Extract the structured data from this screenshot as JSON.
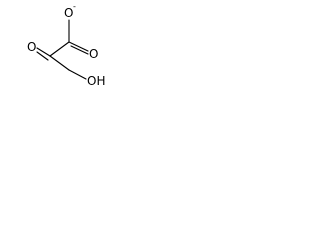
{
  "molecule": {
    "atoms": {
      "carboxylate_oxygen": "O",
      "carboxylate_charge": "-",
      "carbonyl_oxygen_right": "O",
      "ketone_oxygen": "O",
      "hydroxyl_group": "OH"
    }
  },
  "colors": {
    "background": "#ffffff",
    "ink": "#000000"
  }
}
